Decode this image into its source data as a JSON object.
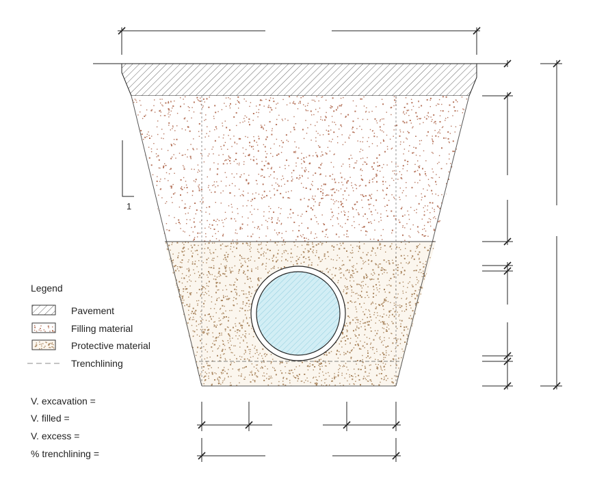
{
  "diagram": {
    "slope_label": "1",
    "legend": {
      "title": "Legend",
      "items": [
        {
          "label": "Pavement",
          "pattern": "hatch"
        },
        {
          "label": "Filling material",
          "pattern": "filling-dots"
        },
        {
          "label": "Protective material",
          "pattern": "protective-dots"
        },
        {
          "label": "Trenchlining",
          "pattern": "dashed-line"
        }
      ]
    },
    "volumes": {
      "excavation": "V. excavation =",
      "filled": "V. filled =",
      "excess": "V. excess =",
      "trenchlining": "%  trenchlining ="
    },
    "colors": {
      "line": "#222222",
      "filling_dots": "#b5735a",
      "protective_dots": "#a9855e",
      "protective_fill": "#fbf6ee",
      "pipe_fill": "#d2eef5",
      "pipe_hatch": "#8ccbdc",
      "pavement_hatch": "#666666"
    }
  }
}
